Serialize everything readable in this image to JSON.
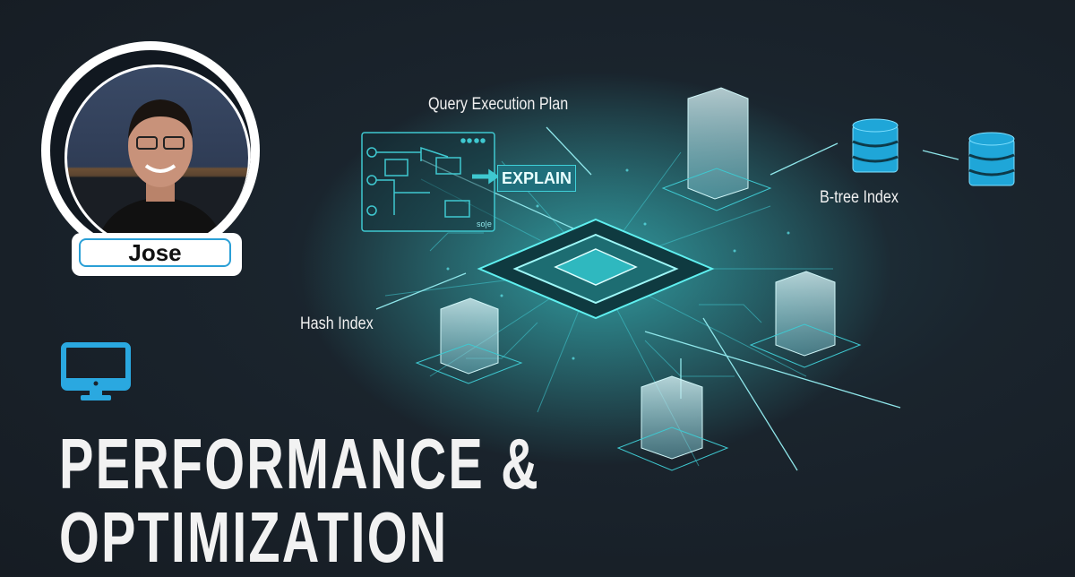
{
  "presenter": {
    "name": "Jose"
  },
  "title": {
    "line1": "PERFORMANCE &",
    "line2": "OPTIMIZATION"
  },
  "diagram": {
    "query_plan_label": "Query Execution Plan",
    "explain_label": "EXPLAIN",
    "btree_label": "B-tree Index",
    "hash_label": "Hash Index",
    "plan_panel_caption": "so|e"
  },
  "colors": {
    "accent": "#3fd0d8",
    "icon_blue": "#2aa8e0",
    "background": "#1a242d"
  }
}
